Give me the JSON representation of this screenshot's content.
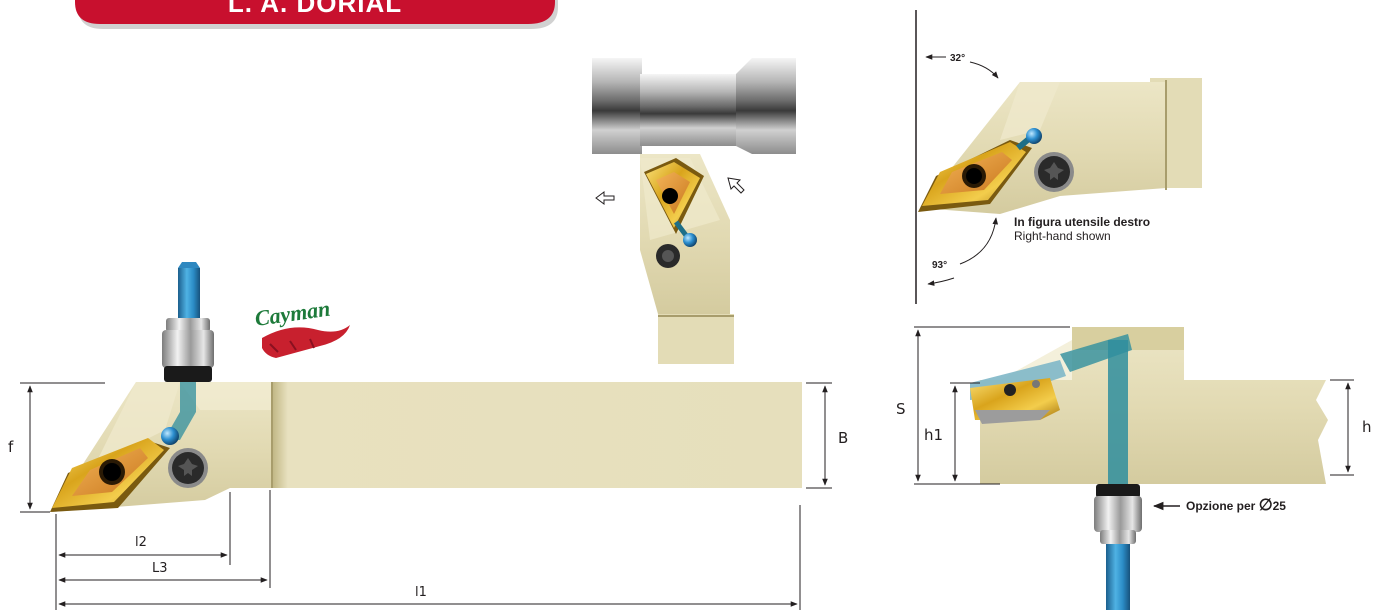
{
  "banner": {
    "text": "L. A.  DORIAL"
  },
  "logo": {
    "text": "Cayman"
  },
  "labels": {
    "f": "f",
    "B": "B",
    "l2": "l2",
    "L3": "L3",
    "l1": "l1",
    "S": "S",
    "h1": "h1",
    "h": "h"
  },
  "angles": {
    "top": "32°",
    "bottom": "93°"
  },
  "note": {
    "it": "In figura utensile destro",
    "en": "Right-hand shown"
  },
  "option": {
    "text": "Opzione per ",
    "symbol": "∅",
    "value": "25"
  },
  "colors": {
    "body": "#e4ddb8",
    "insert": "#d6a520",
    "red": "#c8102e",
    "coolant": "#1e88c4"
  }
}
